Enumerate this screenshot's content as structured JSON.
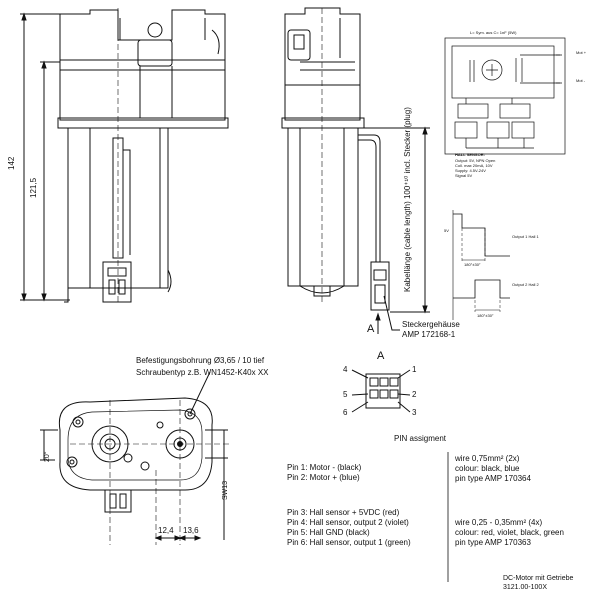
{
  "dimensions": {
    "total_length": "142",
    "body_length": "121,5",
    "cable_length": "Kabellänge (cable length) 100⁺¹⁰ incl. Stecker (plug)",
    "dim_12_4": "12,4",
    "dim_13_6": "13,6",
    "dim_20": "20°",
    "dim_sw": "SW13"
  },
  "connector": {
    "view_marker": "A",
    "housing_label": "Steckergehäuse",
    "housing_part": "AMP 172168-1"
  },
  "mounting": {
    "hole_line": "Befestigungsbohrung Ø3,65 / 10 tief",
    "screw_line": "Schraubentyp z.B. WN1452-K40x XX"
  },
  "pin_view": {
    "title": "A",
    "pins": [
      "1",
      "2",
      "3",
      "4",
      "5",
      "6"
    ],
    "caption": "PIN assigment"
  },
  "pins_motor": [
    "Pin 1: Motor - (black)",
    "Pin 2: Motor + (blue)"
  ],
  "wire_motor": [
    "wire 0,75mm² (2x)",
    "colour: black, blue",
    "pin type AMP 170364"
  ],
  "pins_hall": [
    "Pin 3: Hall sensor + 5VDC (red)",
    "Pin 4: Hall sensor, output 2 (violet)",
    "Pin 5: Hall GND (black)",
    "Pin 6: Hall sensor, output 1 (green)"
  ],
  "wire_hall": [
    "wire 0,25 - 0,35mm² (4x)",
    "colour: red, violet, black, green",
    "pin type AMP 170363"
  ],
  "schematic": {
    "top_caption": "L= Sym. aus  C= 1nF (5W)",
    "label_plus": "Mot +",
    "label_minus": "Mot -",
    "hall_title": "HALL SENSOR:",
    "hall_lines": [
      "Output: 5V, NPN Open",
      "Coll. max 20mA, 10V",
      "Supply: 4.5V-24V",
      "Signal 5V"
    ]
  },
  "timing": {
    "output1": "Output 1 Hall 1",
    "output2": "Output 2 Hall 2",
    "angle_1": "180°±30°",
    "angle_2": "180°±30°",
    "level": "5V"
  },
  "title_block": {
    "line1": "DC-Motor mit Getriebe",
    "line2": "3121.00-100X"
  }
}
